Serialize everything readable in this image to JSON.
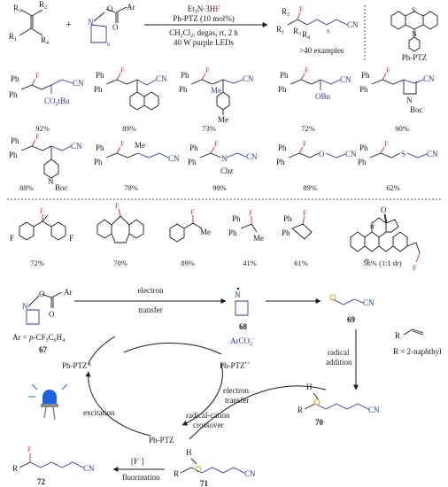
{
  "header": {
    "reagent": "Et3N·3HF",
    "catalyst": "Ph-PTZ (10 mol%)",
    "conditions_1": "CH2Cl2, degas, rt, 2 h",
    "conditions_2": "40 W purple LEDs",
    "examples": ">40 examples",
    "ptz_label": "Ph-PTZ",
    "reactant_groups": [
      "R1",
      "R2",
      "R3",
      "R4"
    ]
  },
  "products_row1": [
    {
      "substituent": "CO2tBu",
      "yield": "92%"
    },
    {
      "substituent": "2-naphthyl",
      "yield": "89%"
    },
    {
      "substituent": "Me / p-tolyl",
      "yield": "73%"
    },
    {
      "substituent": "OBn",
      "yield": "72%"
    },
    {
      "substituent": "N-Boc azetidine",
      "yield": "90%"
    }
  ],
  "products_row2": [
    {
      "substituent": "N-Boc piperidine",
      "yield": "88%"
    },
    {
      "substituent": "Me",
      "yield": "79%"
    },
    {
      "substituent": "N(Cbz)",
      "yield": "99%"
    },
    {
      "substituent": "O",
      "yield": "89%"
    },
    {
      "substituent": "S",
      "yield": "62%"
    }
  ],
  "products_row3": [
    {
      "yield": "72%"
    },
    {
      "yield": "70%"
    },
    {
      "yield": "89%"
    },
    {
      "yield": "41%"
    },
    {
      "yield": "61%"
    },
    {
      "yield": "56% (1:1 dr)"
    }
  ],
  "mechanism": {
    "ar_def": "Ar = p-CF3C6H4",
    "compound_67": "67",
    "compound_68": "68",
    "compound_69": "69",
    "compound_70": "70",
    "compound_71": "71",
    "compound_72": "72",
    "electron_transfer_top": "electron transfer",
    "arco2": "ArCO2−",
    "ptz_star": "Ph-PTZ*",
    "ptz_cation": "Ph-PTZ•+",
    "ptz": "Ph-PTZ",
    "radical_addition": "radical addition",
    "alkene_def": "R = 2-naphthyl",
    "electron_transfer_right": "electron transfer",
    "crossover": "radical-cation crossover",
    "excitation": "excitation",
    "fluoride": "[F−]",
    "fluorination": "fluorination"
  },
  "colors": {
    "fluorine": "#d4263e",
    "chain": "#2a3a9a",
    "led": "#1f5fe0"
  }
}
